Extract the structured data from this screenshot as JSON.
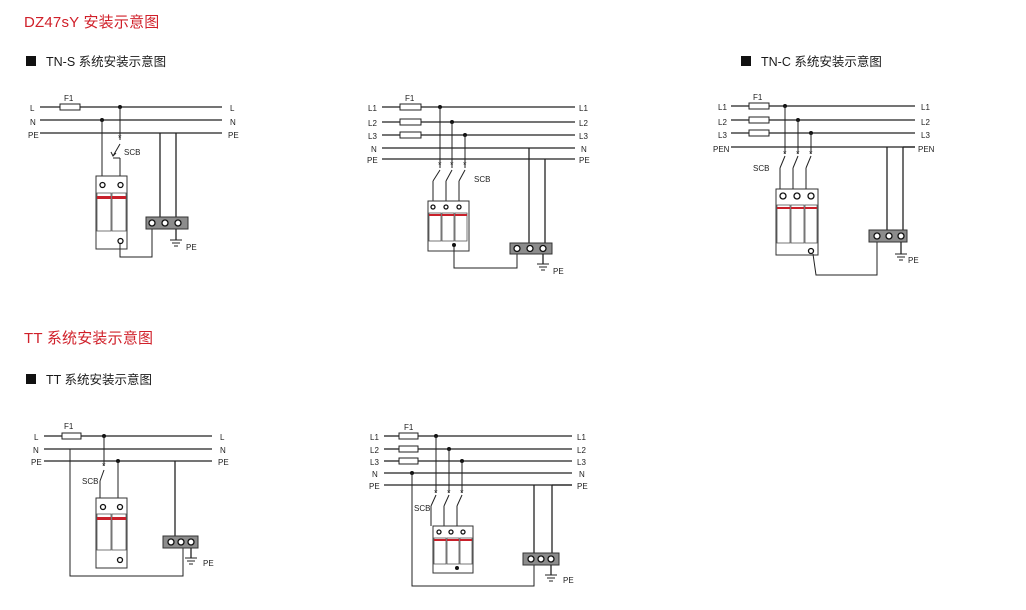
{
  "title": "DZ47sY 安装示意图",
  "tt_section_title": "TT 系统安装示意图",
  "diagrams": {
    "tns_single": {
      "heading": "TN-S 系统安装示意图",
      "lines_left": [
        "L",
        "N",
        "PE"
      ],
      "lines_right": [
        "L",
        "N",
        "PE"
      ],
      "fuse": "F1",
      "scb": "SCB",
      "ground": "PE"
    },
    "tns_three": {
      "lines_left": [
        "L1",
        "L2",
        "L3",
        "N",
        "PE"
      ],
      "lines_right": [
        "L1",
        "L2",
        "L3",
        "N",
        "PE"
      ],
      "fuse": "F1",
      "scb": "SCB",
      "ground": "PE"
    },
    "tnc": {
      "heading": "TN-C 系统安装示意图",
      "lines_left": [
        "L1",
        "L2",
        "L3",
        "PEN"
      ],
      "lines_right": [
        "L1",
        "L2",
        "L3",
        "PEN"
      ],
      "fuse": "F1",
      "scb": "SCB",
      "ground": "PE"
    },
    "tt_single": {
      "heading": "TT 系统安装示意图",
      "lines_left": [
        "L",
        "N",
        "PE"
      ],
      "lines_right": [
        "L",
        "N",
        "PE"
      ],
      "fuse": "F1",
      "scb": "SCB",
      "ground": "PE"
    },
    "tt_three": {
      "lines_left": [
        "L1",
        "L2",
        "L3",
        "N",
        "PE"
      ],
      "lines_right": [
        "L1",
        "L2",
        "L3",
        "N",
        "PE"
      ],
      "fuse": "F1",
      "scb": "SCB",
      "ground": "PE"
    }
  },
  "colors": {
    "title": "#d0202a",
    "device_band": "#c8202a",
    "bar": "#8c8c8c"
  }
}
